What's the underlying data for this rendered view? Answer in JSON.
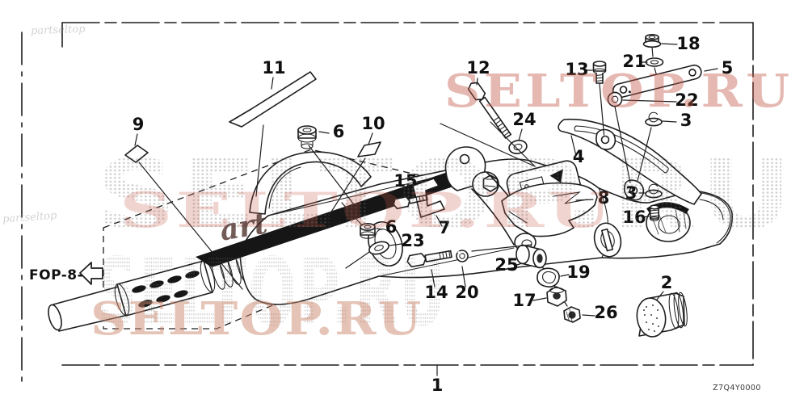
{
  "page": {
    "page_ref": "FOP-8-1",
    "drawing_code": "Z7Q4Y0000"
  },
  "callouts": {
    "c1": "1",
    "c2": "2",
    "c3a": "3",
    "c3b": "3",
    "c4": "4",
    "c5": "5",
    "c6a": "6",
    "c6b": "6",
    "c7": "7",
    "c8": "8",
    "c9": "9",
    "c10": "10",
    "c11": "11",
    "c12": "12",
    "c13": "13",
    "c14": "14",
    "c15": "15",
    "c16": "16",
    "c17": "17",
    "c18": "18",
    "c19": "19",
    "c20": "20",
    "c21": "21",
    "c22": "22",
    "c23": "23",
    "c24": "24",
    "c25": "25",
    "c26": "26"
  },
  "watermarks": {
    "brand": "SELTOP.RU",
    "script_fragment": "art",
    "ghost_fragment": "partseltop",
    "pink": "#c25548",
    "beige": "#cf9a84",
    "halftone_gray": "#9a9a9a"
  }
}
